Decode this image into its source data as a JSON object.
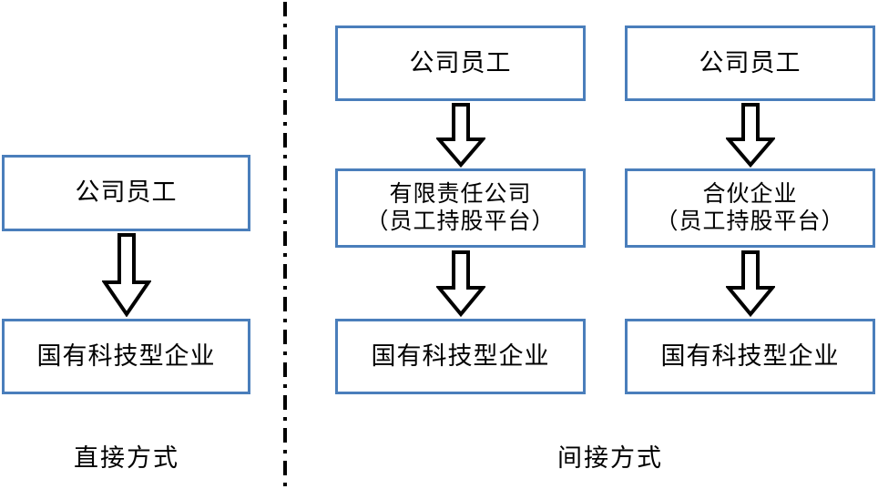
{
  "diagram": {
    "title_left": "直接方式",
    "title_right": "间接方式",
    "colors": {
      "box_border": "#4A7EBB",
      "box_fill": "#FFFFFF",
      "arrow_stroke": "#000000",
      "arrow_fill": "#FFFFFF",
      "divider": "#000000",
      "text": "#000000"
    },
    "left_section": {
      "label": "直接方式",
      "nodes": [
        {
          "id": "left-employee",
          "text": "公司员工"
        },
        {
          "id": "left-enterprise",
          "text": "国有科技型企业"
        }
      ],
      "arrows": [
        {
          "id": "left-arrow-1",
          "from": "left-employee",
          "to": "left-enterprise",
          "direction": "down"
        }
      ]
    },
    "right_section": {
      "label": "间接方式",
      "columns": [
        {
          "id": "llc-column",
          "nodes": [
            {
              "id": "llc-employee",
              "text": "公司员工"
            },
            {
              "id": "llc-platform",
              "text": "有限责任公司\n（员工持股平台）"
            },
            {
              "id": "llc-enterprise",
              "text": "国有科技型企业"
            }
          ],
          "arrows": [
            {
              "id": "llc-arrow-1",
              "from": "llc-employee",
              "to": "llc-platform",
              "direction": "down"
            },
            {
              "id": "llc-arrow-2",
              "from": "llc-platform",
              "to": "llc-enterprise",
              "direction": "down"
            }
          ]
        },
        {
          "id": "partnership-column",
          "nodes": [
            {
              "id": "partnership-employee",
              "text": "公司员工"
            },
            {
              "id": "partnership-platform",
              "text": "合伙企业\n（员工持股平台）"
            },
            {
              "id": "partnership-enterprise",
              "text": "国有科技型企业"
            }
          ],
          "arrows": [
            {
              "id": "partnership-arrow-1",
              "from": "partnership-employee",
              "to": "partnership-platform",
              "direction": "down"
            },
            {
              "id": "partnership-arrow-2",
              "from": "partnership-platform",
              "to": "partnership-enterprise",
              "direction": "down"
            }
          ]
        }
      ]
    }
  }
}
